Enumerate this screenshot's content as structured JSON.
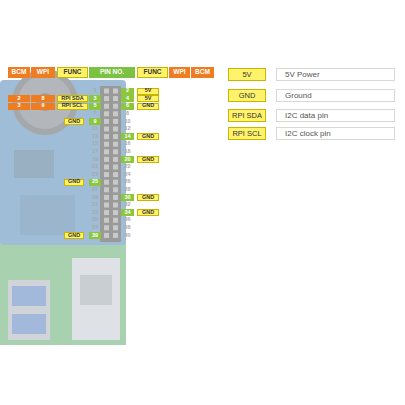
{
  "diagram": {
    "labels": [
      "BCM",
      "WPI",
      "FUNC",
      "PIN NO.",
      "FUNC",
      "WPI",
      "BCM",
      "1",
      "2",
      "5V",
      "2",
      "8",
      "RPI SDA",
      "3",
      "4",
      "5V",
      "3",
      "9",
      "RPI SCL",
      "5",
      "6",
      "GND",
      "7",
      "8",
      "GND",
      "9",
      "10",
      "11",
      "12",
      "13",
      "14",
      "GND",
      "15",
      "16",
      "17",
      "18",
      "19",
      "20",
      "GND",
      "21",
      "22",
      "23",
      "24",
      "GND",
      "25",
      "26",
      "27",
      "28",
      "29",
      "30",
      "GND",
      "31",
      "32",
      "33",
      "34",
      "GND",
      "35",
      "36",
      "37",
      "38",
      "GND",
      "39",
      "40",
      "5V",
      "GND",
      "RPI SDA",
      "RPI SCL"
    ],
    "legend": [
      {
        "text": "5V Power",
        "color": "#fff36b"
      },
      {
        "text": "Ground",
        "color": "#fff36b"
      },
      {
        "text": "I2C data pin",
        "color": "#fff36b"
      },
      {
        "text": "I2C clock pin",
        "color": "#fff36b"
      }
    ]
  }
}
